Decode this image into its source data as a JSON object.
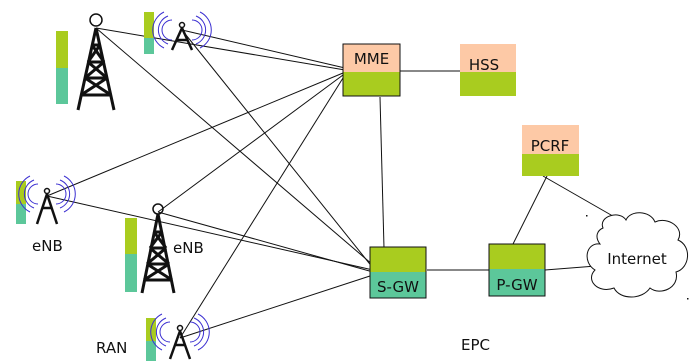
{
  "nodes": {
    "mme": {
      "label": "MME",
      "top_color": "#fdc9a6",
      "bottom_color": "#a9cc1f"
    },
    "hss": {
      "label": "HSS",
      "top_color": "#fdc9a6",
      "bottom_color": "#a9cc1f"
    },
    "pcrf": {
      "label": "PCRF",
      "top_color": "#fdc9a6",
      "bottom_color": "#a9cc1f"
    },
    "sgw": {
      "label": "S-GW",
      "top_color": "#a9cc1f",
      "bottom_color": "#5cc79a"
    },
    "pgw": {
      "label": "P-GW",
      "top_color": "#a9cc1f",
      "bottom_color": "#5cc79a"
    },
    "internet": {
      "label": "Internet"
    }
  },
  "labels": {
    "enb_left": "eNB",
    "enb_middle": "eNB",
    "ran": "RAN",
    "epc": "EPC"
  },
  "colors": {
    "line": "#111111",
    "bar_top": "#a9cc1f",
    "bar_bottom": "#5cc79a",
    "radio_wave": "#3b2fd1"
  }
}
